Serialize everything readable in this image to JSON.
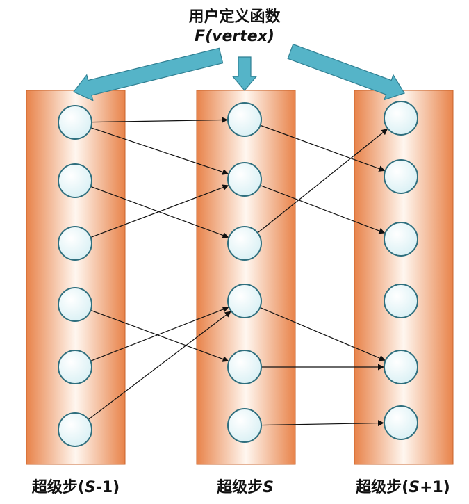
{
  "header": {
    "title": "用户定义函数",
    "function": "F(vertex)"
  },
  "columns": [
    {
      "prefix": "超级步(",
      "var": "S",
      "suffix": "-1)",
      "vertex_count": 6
    },
    {
      "prefix": "超级步",
      "var": "S",
      "suffix": "",
      "vertex_count": 6
    },
    {
      "prefix": "超级步(",
      "var": "S",
      "suffix": "+1)",
      "vertex_count": 6
    }
  ],
  "edges": [
    {
      "from": [
        0,
        0
      ],
      "to": [
        1,
        0
      ]
    },
    {
      "from": [
        0,
        0
      ],
      "to": [
        1,
        1
      ]
    },
    {
      "from": [
        0,
        1
      ],
      "to": [
        1,
        2
      ]
    },
    {
      "from": [
        0,
        2
      ],
      "to": [
        1,
        1
      ]
    },
    {
      "from": [
        0,
        3
      ],
      "to": [
        1,
        4
      ]
    },
    {
      "from": [
        0,
        4
      ],
      "to": [
        1,
        3
      ]
    },
    {
      "from": [
        0,
        5
      ],
      "to": [
        1,
        3
      ]
    },
    {
      "from": [
        1,
        0
      ],
      "to": [
        2,
        1
      ]
    },
    {
      "from": [
        1,
        1
      ],
      "to": [
        2,
        2
      ]
    },
    {
      "from": [
        1,
        2
      ],
      "to": [
        2,
        0
      ]
    },
    {
      "from": [
        1,
        3
      ],
      "to": [
        2,
        4
      ]
    },
    {
      "from": [
        1,
        4
      ],
      "to": [
        2,
        4
      ]
    },
    {
      "from": [
        1,
        5
      ],
      "to": [
        2,
        5
      ]
    }
  ],
  "colors": {
    "column_edge": "#e8834a",
    "column_center": "#fff7f0",
    "vertex_fill": "#d9f0f4",
    "vertex_stroke": "#2f6f7e",
    "arrow_fill": "#55b4c8",
    "arrow_stroke": "#2f7f92",
    "edge": "#111111"
  }
}
